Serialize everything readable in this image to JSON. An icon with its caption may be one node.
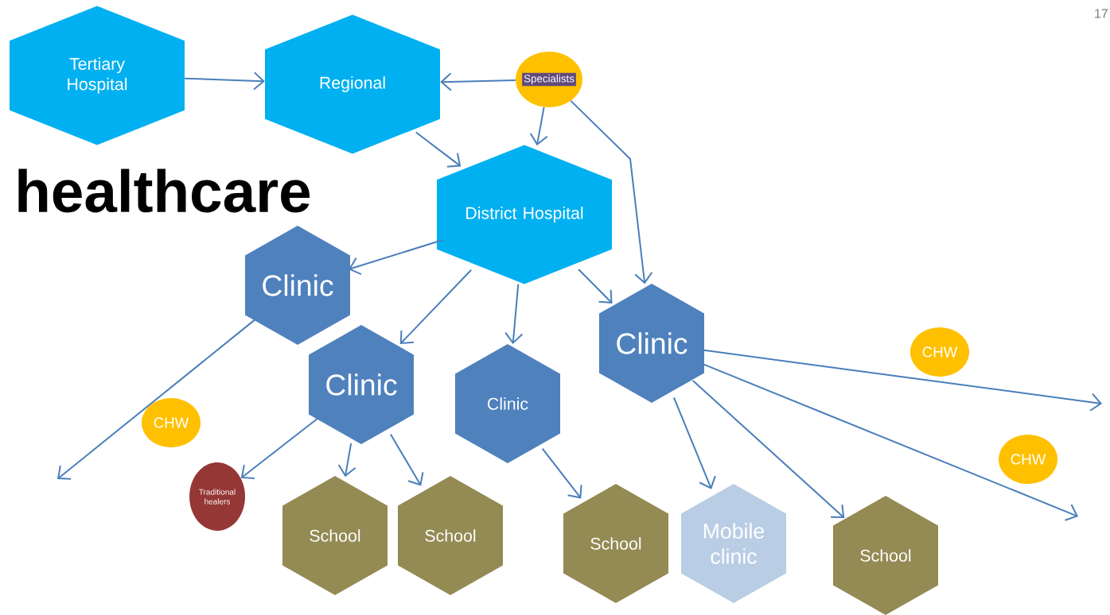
{
  "diagram": {
    "nodes": [
      {
        "text": [
          "Tertiary Hospital"
        ]
      },
      {
        "text": [
          "Regional"
        ]
      },
      {
        "text": [
          "Specialists"
        ]
      },
      {
        "text": [
          "District Hospital"
        ]
      },
      {
        "text": [
          "Clinic"
        ]
      },
      {
        "text": [
          "Clinic"
        ]
      },
      {
        "text": [
          "Clinic"
        ]
      },
      {
        "text": [
          "Clinic"
        ]
      },
      {
        "text": [
          "CHW"
        ]
      },
      {
        "text": [
          "Traditional healers"
        ]
      },
      {
        "text": [
          "School"
        ]
      },
      {
        "text": [
          "School"
        ]
      },
      {
        "text": [
          "School"
        ]
      },
      {
        "text": [
          "Mobile clinic"
        ]
      },
      {
        "text": [
          "School"
        ]
      },
      {
        "text": [
          "CHW"
        ]
      },
      {
        "text": [
          "CHW"
        ]
      }
    ],
    "edges": [
      {
        "from": 0,
        "to": 1,
        "arrow": "to"
      },
      {
        "from": 2,
        "to": 1,
        "arrow": "to"
      },
      {
        "from": 1,
        "to": 3,
        "arrow": "to"
      },
      {
        "from": 2,
        "to": 3,
        "arrow": "to"
      },
      {
        "from": 2,
        "to": 7,
        "arrow": "to"
      },
      {
        "from": 3,
        "to": 4,
        "arrow": "to"
      },
      {
        "from": 3,
        "to": 5,
        "arrow": "to"
      },
      {
        "from": 3,
        "to": 6,
        "arrow": "to"
      },
      {
        "from": 3,
        "to": 7,
        "arrow": "to"
      },
      {
        "from": 4,
        "to": null,
        "arrow": "to"
      },
      {
        "from": 5,
        "to": 9,
        "arrow": "to"
      },
      {
        "from": 5,
        "to": 10,
        "arrow": "to"
      },
      {
        "from": 5,
        "to": 11,
        "arrow": "to"
      },
      {
        "from": 6,
        "to": 12,
        "arrow": "to"
      },
      {
        "from": 7,
        "to": 13,
        "arrow": "to"
      },
      {
        "from": 7,
        "to": 14,
        "arrow": "to"
      },
      {
        "from": 7,
        "to": null,
        "arrow": "to"
      },
      {
        "from": 7,
        "to": null,
        "arrow": "to"
      }
    ],
    "labels": [
      "healthcare",
      "17"
    ]
  }
}
